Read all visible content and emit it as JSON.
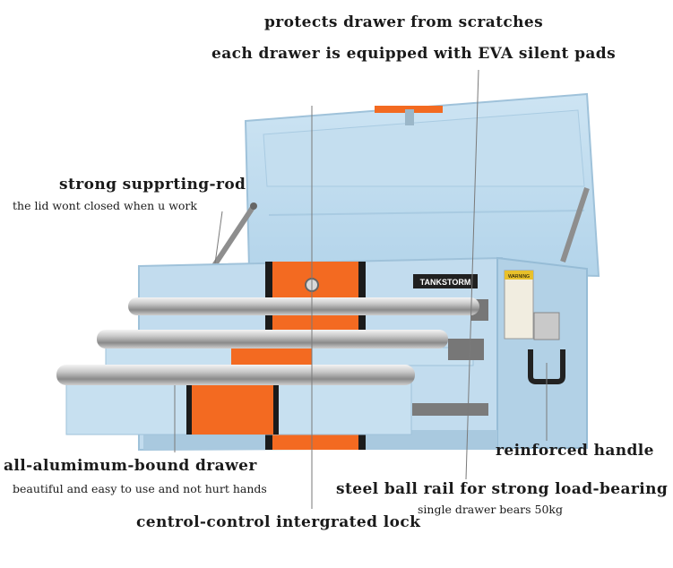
{
  "captions": {
    "scratch": "protects drawer from scratches",
    "eva": "each drawer is equipped with EVA silent pads",
    "rod_title": "strong supprting-rod",
    "rod_sub": "the lid wont closed when u work",
    "handle": "reinforced handle",
    "alu_title": "all-alumimum-bound drawer",
    "alu_sub": "beautiful and easy to use and not  hurt hands",
    "rail_title": "steel ball rail for strong load-bearing",
    "rail_sub": "single  drawer bears 50kg",
    "lock": "centrol-control intergrated lock"
  },
  "product": {
    "brand": "TANKSTORM",
    "warning_label": "WARNING",
    "body_color": "#bfdcef",
    "accent_color": "#f36a21"
  }
}
